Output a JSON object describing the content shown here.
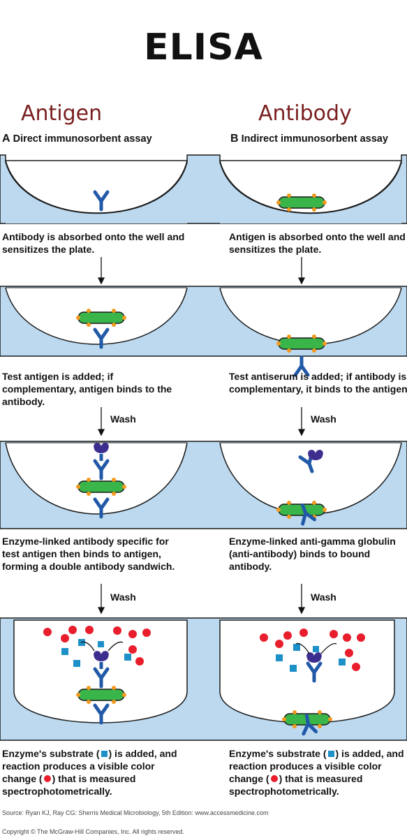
{
  "title": "ELISA",
  "headings": {
    "left": "Antigen",
    "right": "Antibody"
  },
  "subtitles": {
    "left_letter": "A",
    "left": "Direct immunosorbent assay",
    "right_letter": "B",
    "right": "Indirect immunosorbent assay"
  },
  "steps": [
    {
      "left": "Antibody is absorbed onto the well and sensitizes the plate.",
      "right": "Antigen is absorbed onto the well and sensitizes the plate.",
      "arrow_label": ""
    },
    {
      "left": "Test antigen is added; if complementary, antigen binds to the antibody.",
      "right": "Test antiserum is added; if antibody is complementary, it binds to the antigen.",
      "arrow_label": "Wash"
    },
    {
      "left": "Enzyme-linked antibody specific for test antigen then binds to antigen, forming a double antibody sandwich.",
      "right": "Enzyme-linked anti-gamma globulin (anti-antibody) binds to bound antibody.",
      "arrow_label": "Wash"
    },
    {
      "left_a": "Enzyme's substrate (",
      "left_b": ") is added, and reaction produces a visible color change (",
      "left_c": ") that is measured spectrophotometrically.",
      "right_a": "Enzyme's substrate (",
      "right_b": ") is added, and reaction produces a visible color change (",
      "right_c": ") that is measured spectrophotometrically."
    }
  ],
  "source": "Source: Ryan KJ, Ray CG: Sherris Medical Microbiology, 5th Edition: www.accessmedicine.com",
  "copyright": "Copyright © The McGraw-Hill Companies, Inc. All rights reserved.",
  "colors": {
    "well_fluid": "#bcd9ef",
    "antibody": "#2159a8",
    "antigen": "#3ab549",
    "antigen_site": "#f39a1e",
    "enzyme": "#3c2e8f",
    "substrate": "#1e90c8",
    "product": "#e81e2c"
  }
}
